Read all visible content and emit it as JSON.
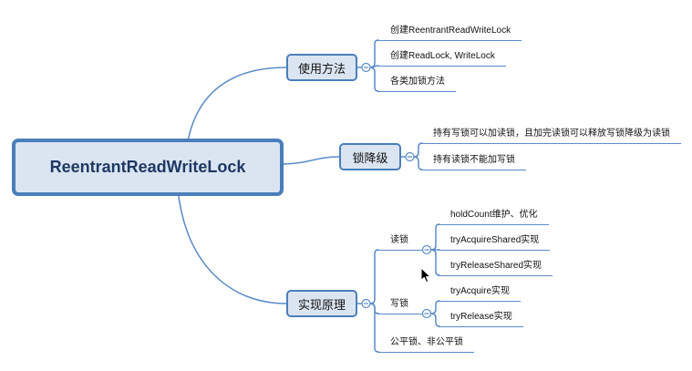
{
  "mindmap": {
    "root": {
      "label": "ReentrantReadWriteLock"
    },
    "branches": [
      {
        "label": "使用方法",
        "children": [
          {
            "label": "创建ReentrantReadWriteLock"
          },
          {
            "label": "创建ReadLock, WriteLock"
          },
          {
            "label": "各类加锁方法"
          }
        ]
      },
      {
        "label": "锁降级",
        "children": [
          {
            "label": "持有写锁可以加读锁，且加完读锁可以释放写锁降级为读锁"
          },
          {
            "label": "持有读锁不能加写锁"
          }
        ]
      },
      {
        "label": "实现原理",
        "children": [
          {
            "label": "读锁",
            "children": [
              {
                "label": "holdCount维护、优化"
              },
              {
                "label": "tryAcquireShared实现"
              },
              {
                "label": "tryReleaseShared实现"
              }
            ]
          },
          {
            "label": "写锁",
            "children": [
              {
                "label": "tryAcquire实现"
              },
              {
                "label": "tryRelease实现"
              }
            ]
          },
          {
            "label": "公平锁、非公平锁"
          }
        ]
      }
    ]
  },
  "colors": {
    "line": "#5b8bc9",
    "node_border": "#4a7ebb",
    "node_fill": "#dbe5f1",
    "root_text": "#1f3864",
    "text": "#111111",
    "background": "#ffffff"
  },
  "icons": {
    "collapse_toggle": "collapse-minus-icon",
    "pointer": "mouse-pointer-icon"
  }
}
